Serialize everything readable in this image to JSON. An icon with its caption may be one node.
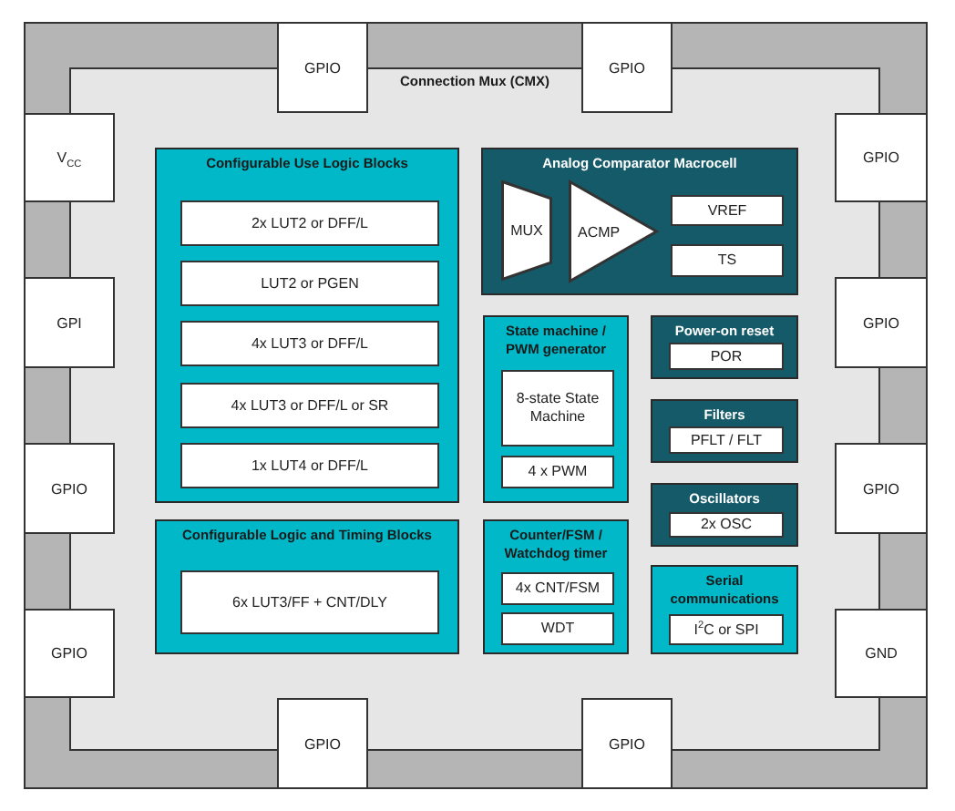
{
  "diagram": {
    "nodes": [
      {
        "text": [
          "GPIO"
        ]
      },
      {
        "text": [
          "GPIO"
        ]
      },
      {
        "text": [
          "Connection Mux (CMX)"
        ]
      },
      {
        "text": [
          "V$_{CC}$"
        ]
      },
      {
        "text": [
          "GPIO"
        ]
      },
      {
        "text": [
          "Configurable Use Logic Blocks"
        ],
        "in": 2
      },
      {
        "text": [
          "2x LUT2 or DFF/L"
        ],
        "in": 5
      },
      {
        "text": [
          "LUT2 or PGEN"
        ],
        "in": 5
      },
      {
        "text": [
          "4x LUT3 or DFF/L"
        ],
        "in": 5
      },
      {
        "text": [
          "4x LUT3 or DFF/L or SR"
        ],
        "in": 5
      },
      {
        "text": [
          "1x LUT4 or DFF/L"
        ],
        "in": 5
      },
      {
        "text": [
          "Analog Comparator Macrocell"
        ],
        "in": 2
      },
      {
        "text": [
          "MUX"
        ],
        "in": 11
      },
      {
        "text": [
          "ACMP"
        ],
        "in": 11
      },
      {
        "text": [
          "VREF"
        ],
        "in": 11
      },
      {
        "text": [
          "TS"
        ],
        "in": 11
      },
      {
        "text": [
          "GPI"
        ]
      },
      {
        "text": [
          "GPIO"
        ]
      },
      {
        "text": [
          "State machine / PWM generator"
        ],
        "in": 2
      },
      {
        "text": [
          "8-state State Machine"
        ],
        "in": 18
      },
      {
        "text": [
          "4 x PWM"
        ],
        "in": 18
      },
      {
        "text": [
          "Power-on reset"
        ],
        "in": 2
      },
      {
        "text": [
          "POR"
        ],
        "in": 21
      },
      {
        "text": [
          "Filters"
        ],
        "in": 2
      },
      {
        "text": [
          "PFLT / FLT"
        ],
        "in": 23
      },
      {
        "text": [
          "GPIO"
        ]
      },
      {
        "text": [
          "GPIO"
        ]
      },
      {
        "text": [
          "Oscillators"
        ],
        "in": 2
      },
      {
        "text": [
          "2x OSC"
        ],
        "in": 27
      },
      {
        "text": [
          "Configurable Logic and Timing Blocks"
        ],
        "in": 2
      },
      {
        "text": [
          "6x LUT3/FF + CNT/DLY"
        ],
        "in": 29
      },
      {
        "text": [
          "Counter/FSM / Watchdog timer"
        ],
        "in": 2
      },
      {
        "text": [
          "4x CNT/FSM"
        ],
        "in": 31
      },
      {
        "text": [
          "WDT"
        ],
        "in": 31
      },
      {
        "text": [
          "Serial communications"
        ],
        "in": 2
      },
      {
        "text": [
          "I$^{2}$C or SPI"
        ],
        "in": 34
      },
      {
        "text": [
          "GPIO"
        ]
      },
      {
        "text": [
          "GND"
        ]
      },
      {
        "text": [
          "GPIO"
        ]
      },
      {
        "text": [
          "GPIO"
        ]
      }
    ]
  }
}
